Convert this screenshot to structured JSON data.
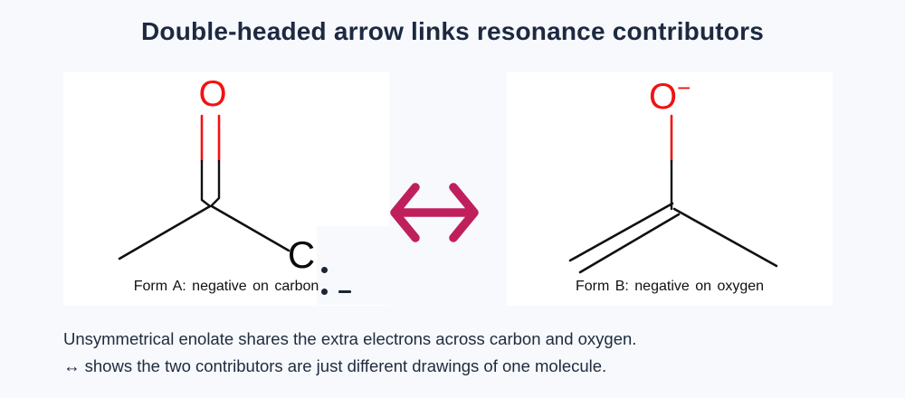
{
  "title": "Double-headed arrow links resonance contributors",
  "resonance_arrow": {
    "symbol": "↔",
    "meaning": "resonance",
    "color": "#c01f5d"
  },
  "form_a": {
    "atom_o": "O",
    "atom_c": "C",
    "charge": "−",
    "lone_pair_dots": 2,
    "caption": "Form A: negative on carbon"
  },
  "form_b": {
    "atom_o": "O",
    "charge": "−",
    "caption": "Form B: negative on oxygen"
  },
  "footer": {
    "line1": "Unsymmetrical enolate shares the extra electrons across carbon and oxygen.",
    "line2": "↔ shows the two contributors are just different drawings of one molecule."
  },
  "colors": {
    "background": "#f7f9fc",
    "panel": "#ffffff",
    "bond_black": "#101010",
    "bond_red": "#f21212",
    "arrow": "#c01f5d",
    "heading_text": "#1c2940",
    "body_text": "#202c3e",
    "caption_text": "#101010",
    "charge_navy": "#1b2535"
  }
}
